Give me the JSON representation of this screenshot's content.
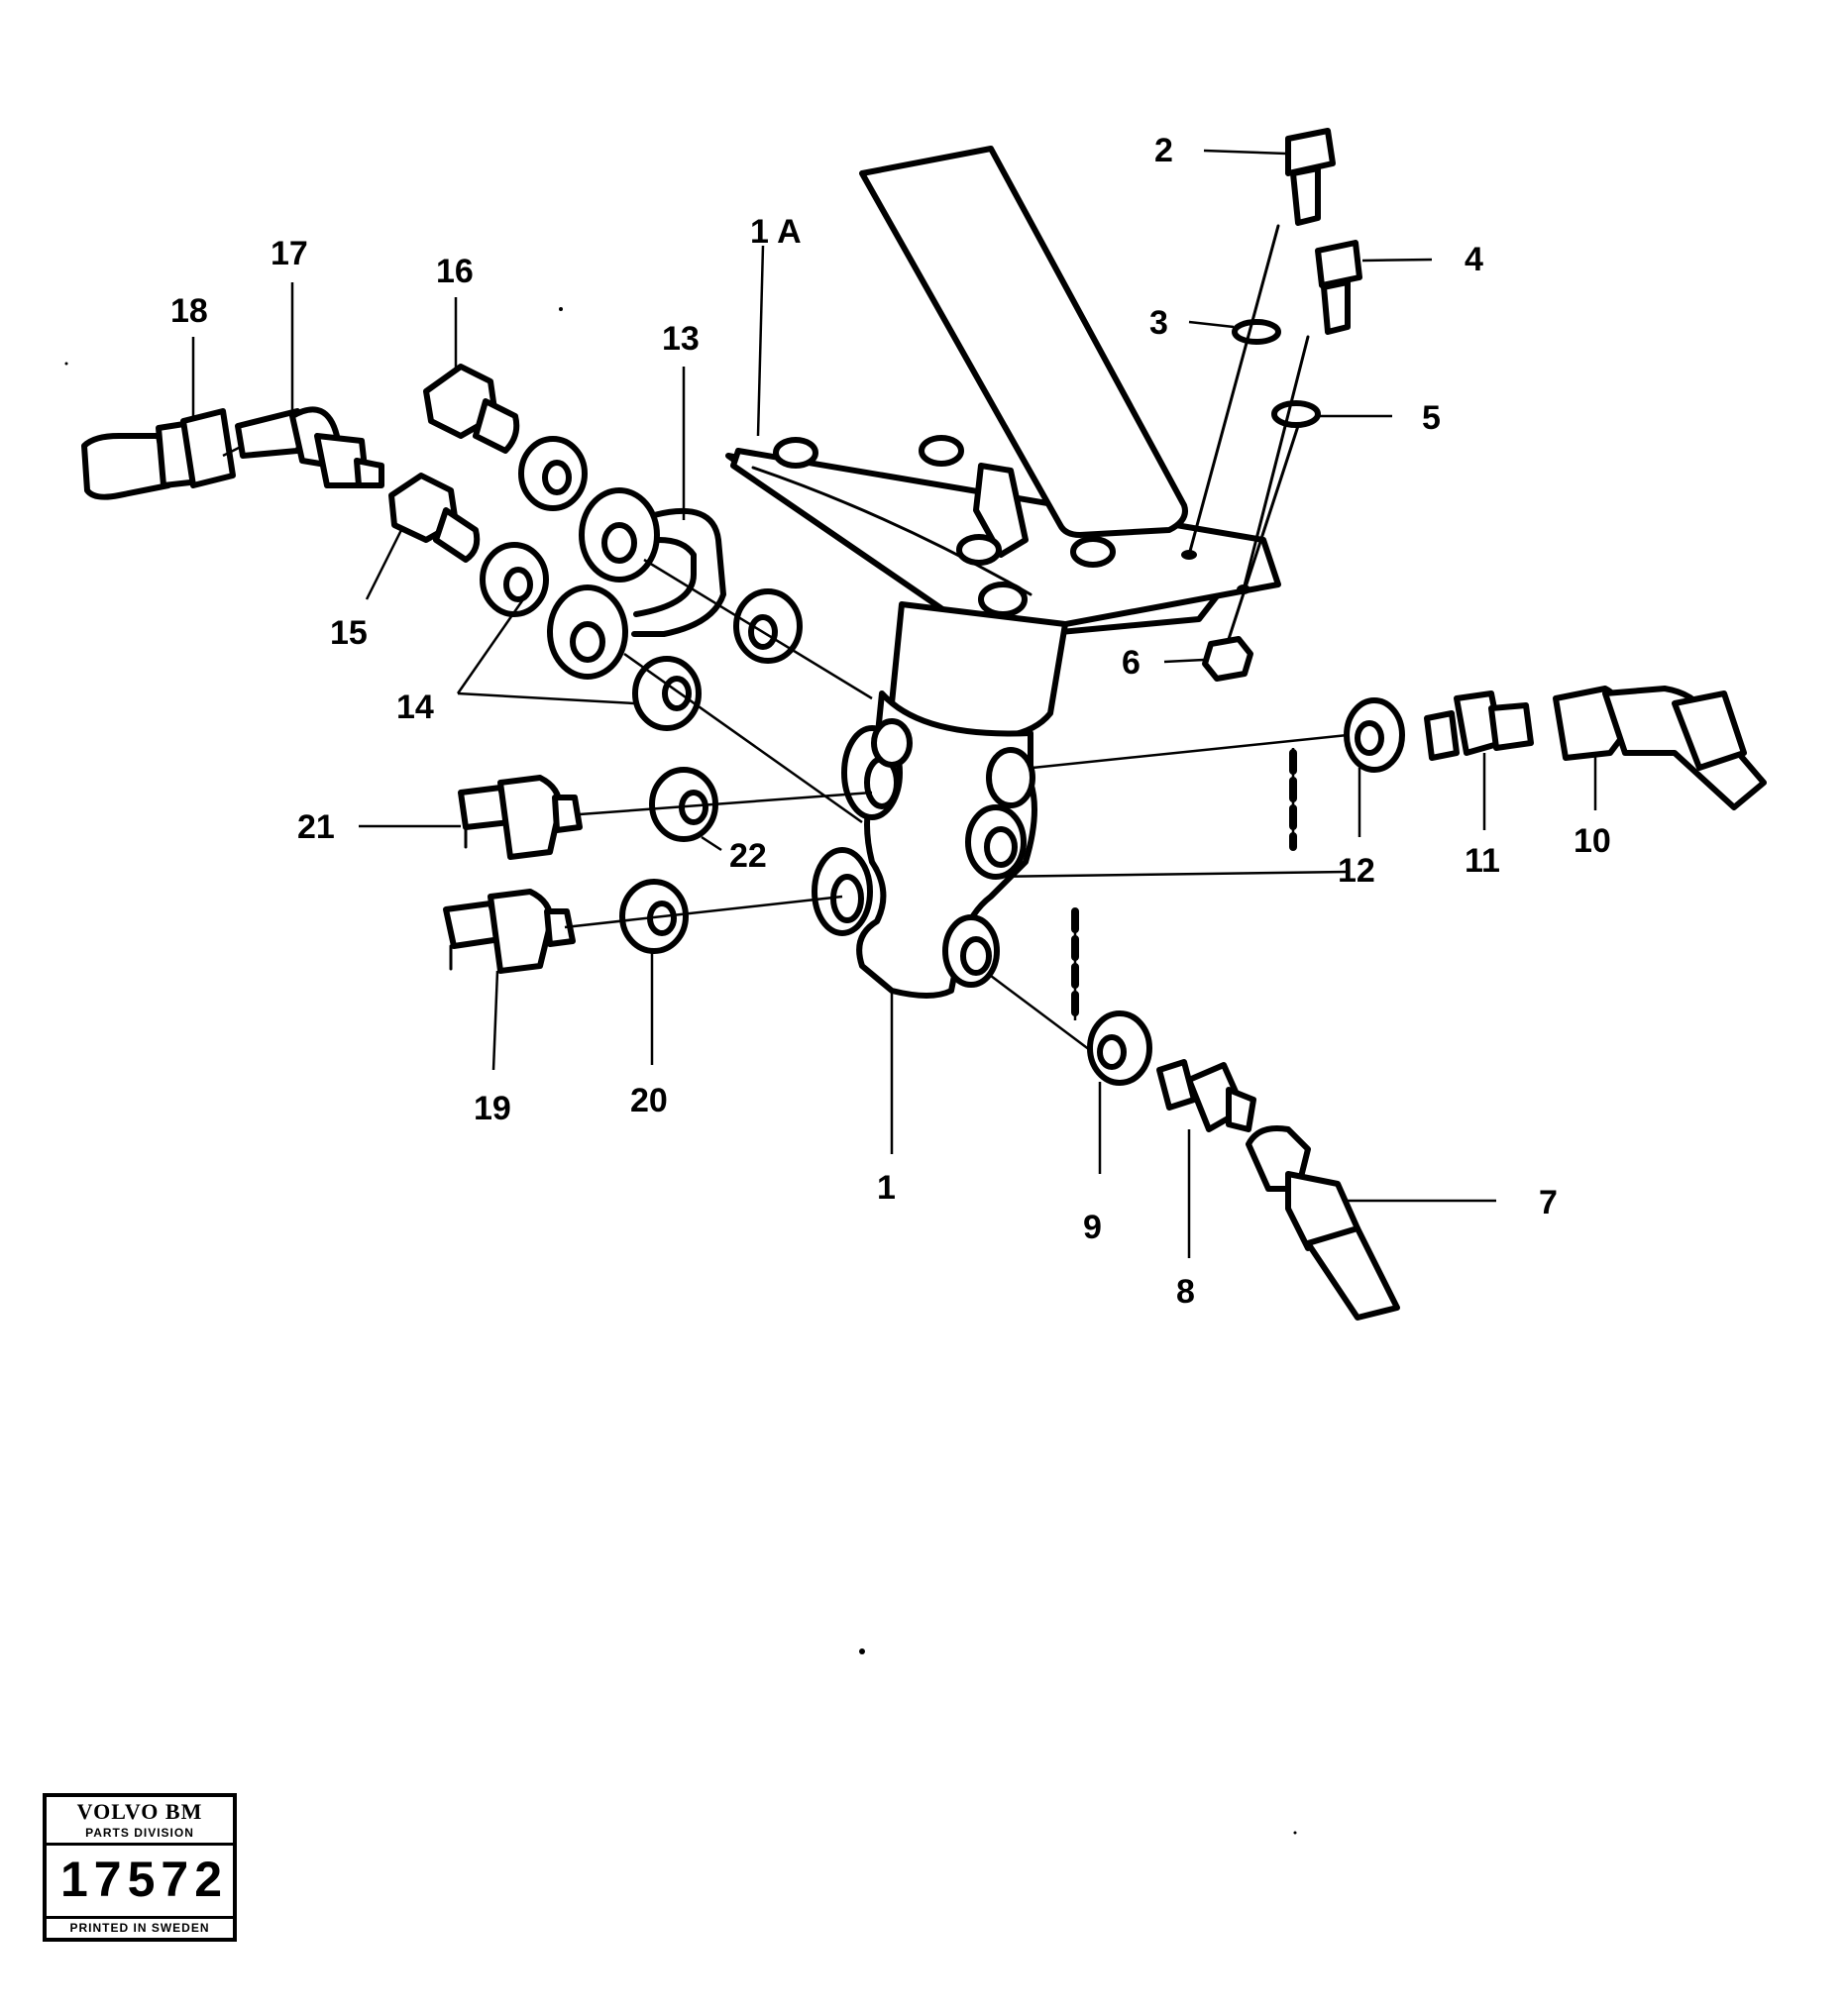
{
  "diagram": {
    "callouts": [
      "1",
      "1 A",
      "2",
      "3",
      "4",
      "5",
      "6",
      "7",
      "8",
      "9",
      "10",
      "11",
      "12",
      "13",
      "14",
      "15",
      "16",
      "17",
      "18",
      "19",
      "20",
      "21",
      "22"
    ]
  },
  "stamp": {
    "brand": "VOLVO BM",
    "division": "PARTS DIVISION",
    "number": "17572",
    "footer": "PRINTED IN SWEDEN"
  }
}
